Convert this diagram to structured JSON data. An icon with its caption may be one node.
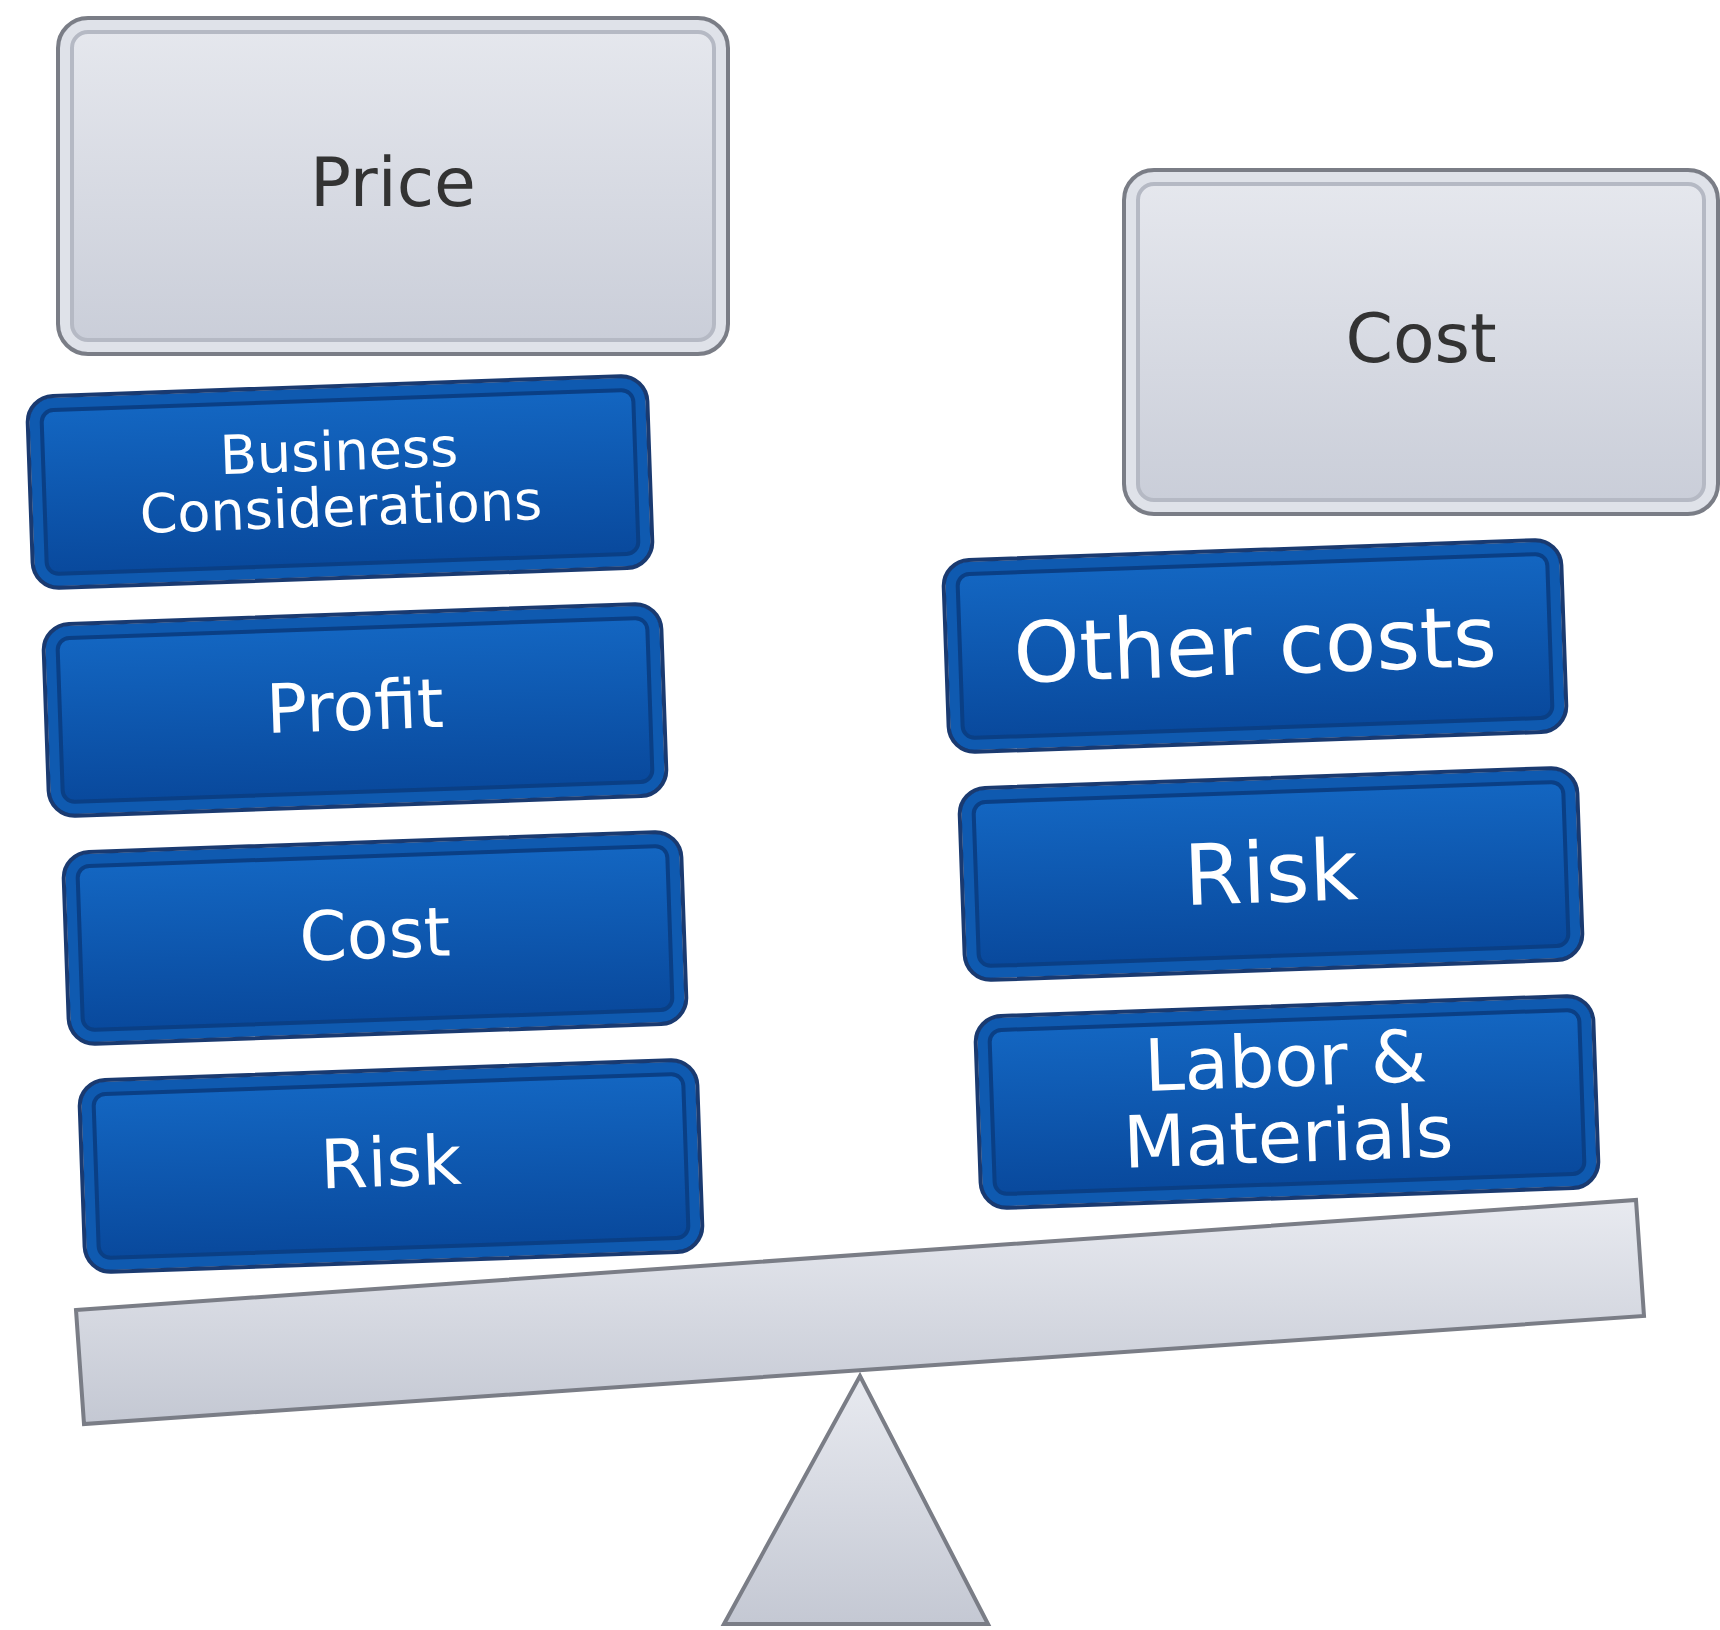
{
  "diagram": {
    "nodes": [
      {
        "text": [
          "Price"
        ]
      },
      {
        "text": [
          "Business Considerations"
        ]
      },
      {
        "text": [
          "Profit"
        ]
      },
      {
        "text": [
          "Cost"
        ]
      },
      {
        "text": [
          "Risk"
        ]
      },
      {
        "text": [
          "Cost"
        ]
      },
      {
        "text": [
          "Other costs"
        ]
      },
      {
        "text": [
          "Risk"
        ]
      },
      {
        "text": [
          "Labor & Materials"
        ]
      }
    ]
  }
}
